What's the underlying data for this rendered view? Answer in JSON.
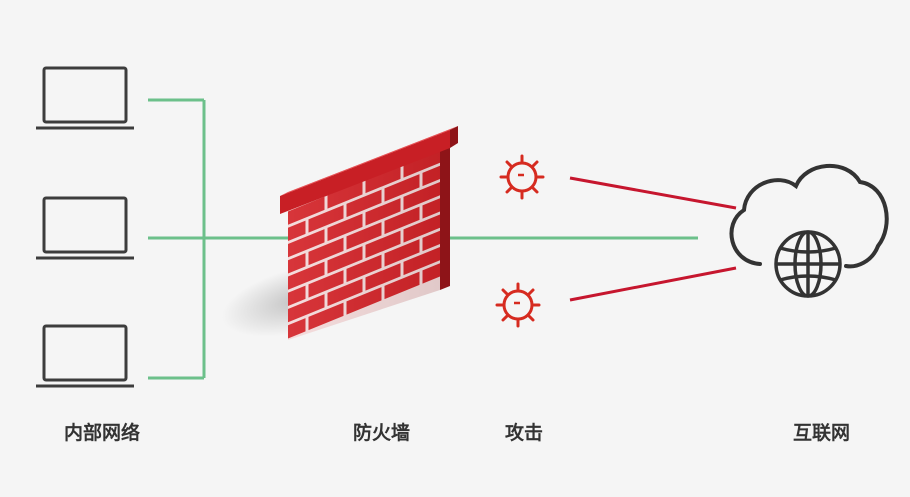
{
  "labels": {
    "internal_network": "内部网络",
    "firewall": "防火墙",
    "attack": "攻击",
    "internet": "互联网"
  },
  "colors": {
    "background": "#f5f5f5",
    "device_stroke": "#3d3d3d",
    "network_line": "#6cc08a",
    "attack_line": "#c6162e",
    "brick_red": "#d42429",
    "mortar": "#f4dada",
    "cloud_stroke": "#333333",
    "label_text": "#333333"
  },
  "icons": {
    "laptops": [
      "laptop-icon",
      "laptop-icon",
      "laptop-icon"
    ],
    "firewall": "brick-wall-icon",
    "threats": [
      "virus-icon",
      "virus-icon"
    ],
    "internet": "cloud-globe-icon"
  }
}
